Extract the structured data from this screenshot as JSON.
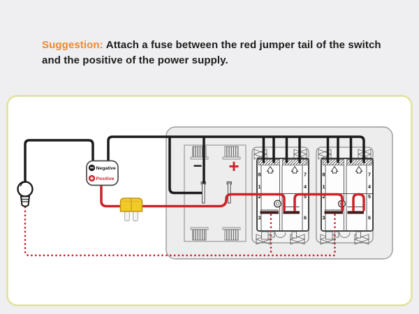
{
  "suggestion": {
    "label": "Suggestion:",
    "text": "Attach a fuse between the red jumper tail of the switch and the positive of the power supply."
  },
  "diagram": {
    "polarity_badge": {
      "negative_label": "Negative",
      "positive_label": "Positive"
    },
    "battery": {
      "minus_sign": "−",
      "plus_sign": "+"
    },
    "switches": [
      {
        "id": "rocker-switch-1",
        "left_pins": [
          "8",
          "1",
          "2",
          "3"
        ],
        "right_pins": [
          "7",
          "4",
          "5",
          "6"
        ]
      },
      {
        "id": "rocker-switch-2",
        "left_pins": [
          "8",
          "1",
          "2",
          "3"
        ],
        "right_pins": [
          "7",
          "4",
          "5",
          "6"
        ]
      }
    ],
    "colors": {
      "accent_orange": "#ef8a2e",
      "wire_black": "#1b1b1b",
      "wire_red": "#cc2229",
      "fuse_yellow": "#f2ca28",
      "card_border": "#dfe39b",
      "panel_gray": "#ededed"
    }
  }
}
